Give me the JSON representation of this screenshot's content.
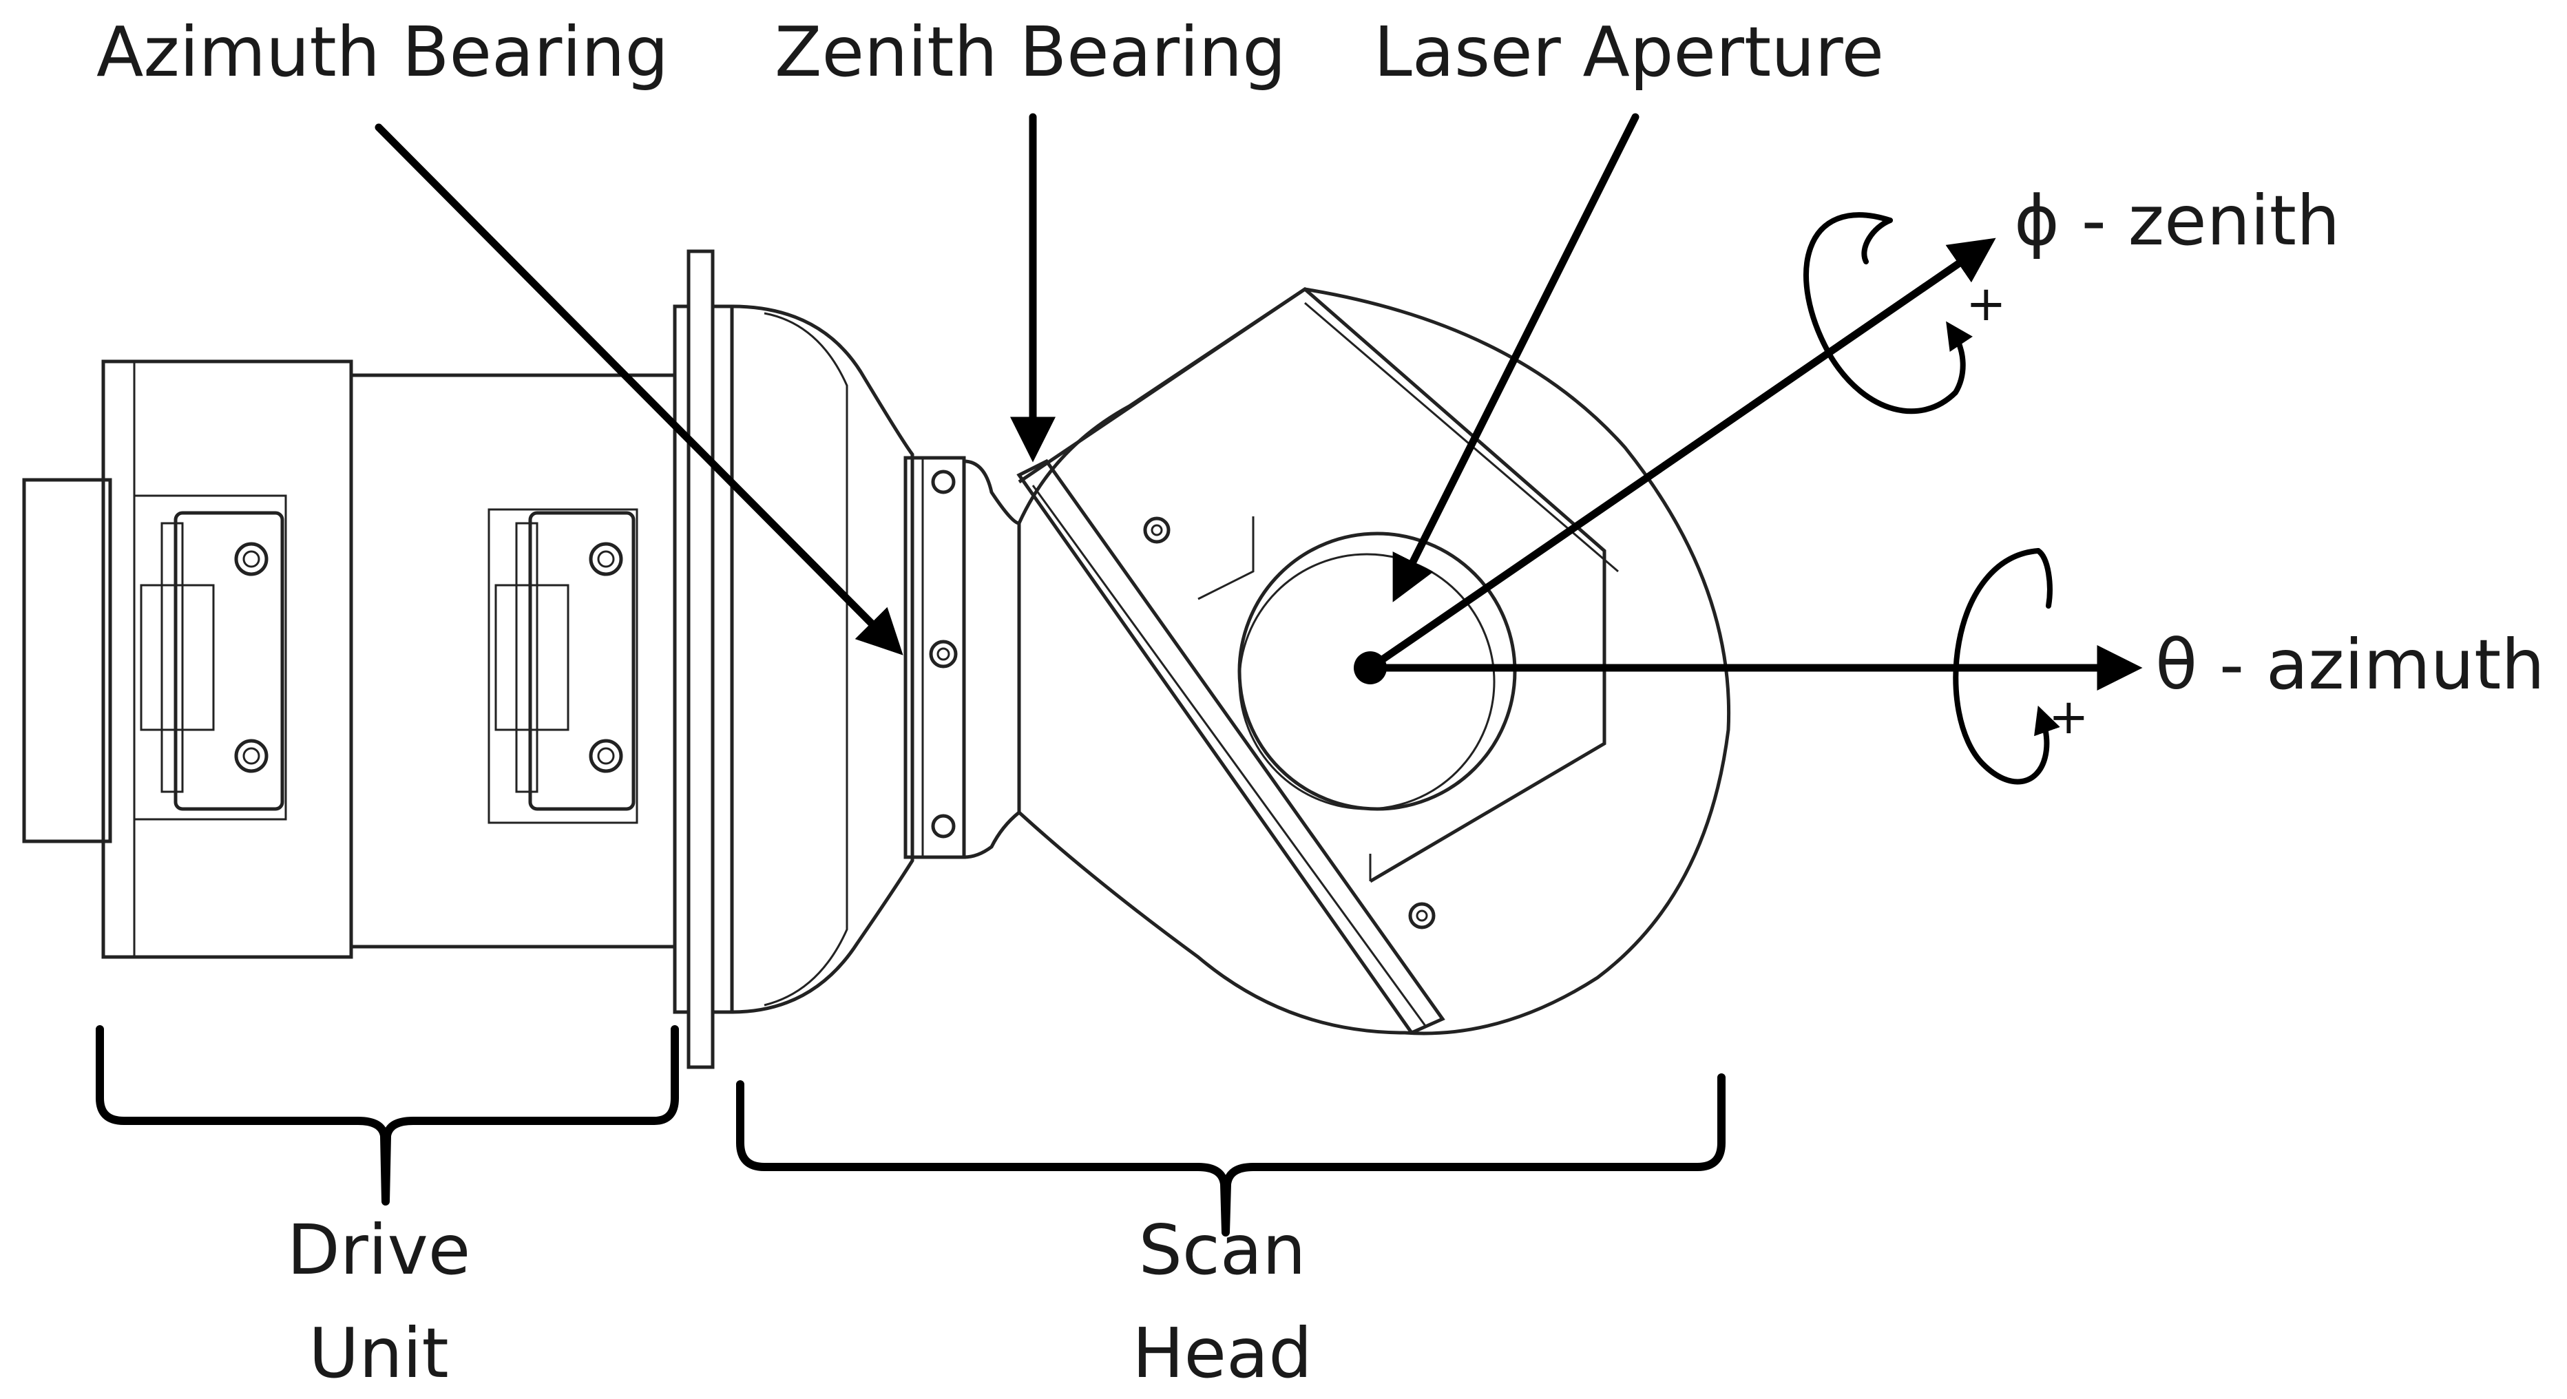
{
  "labels": {
    "azimuth_bearing": "Azimuth Bearing",
    "zenith_bearing": "Zenith Bearing",
    "laser_aperture": "Laser Aperture",
    "phi_zenith": "ϕ - zenith",
    "theta_azimuth": "θ - azimuth",
    "plus_zenith": "+",
    "plus_azimuth": "+",
    "drive_unit_line1": "Drive",
    "drive_unit_line2": "Unit",
    "scan_head_line1": "Scan",
    "scan_head_line2": "Head"
  }
}
